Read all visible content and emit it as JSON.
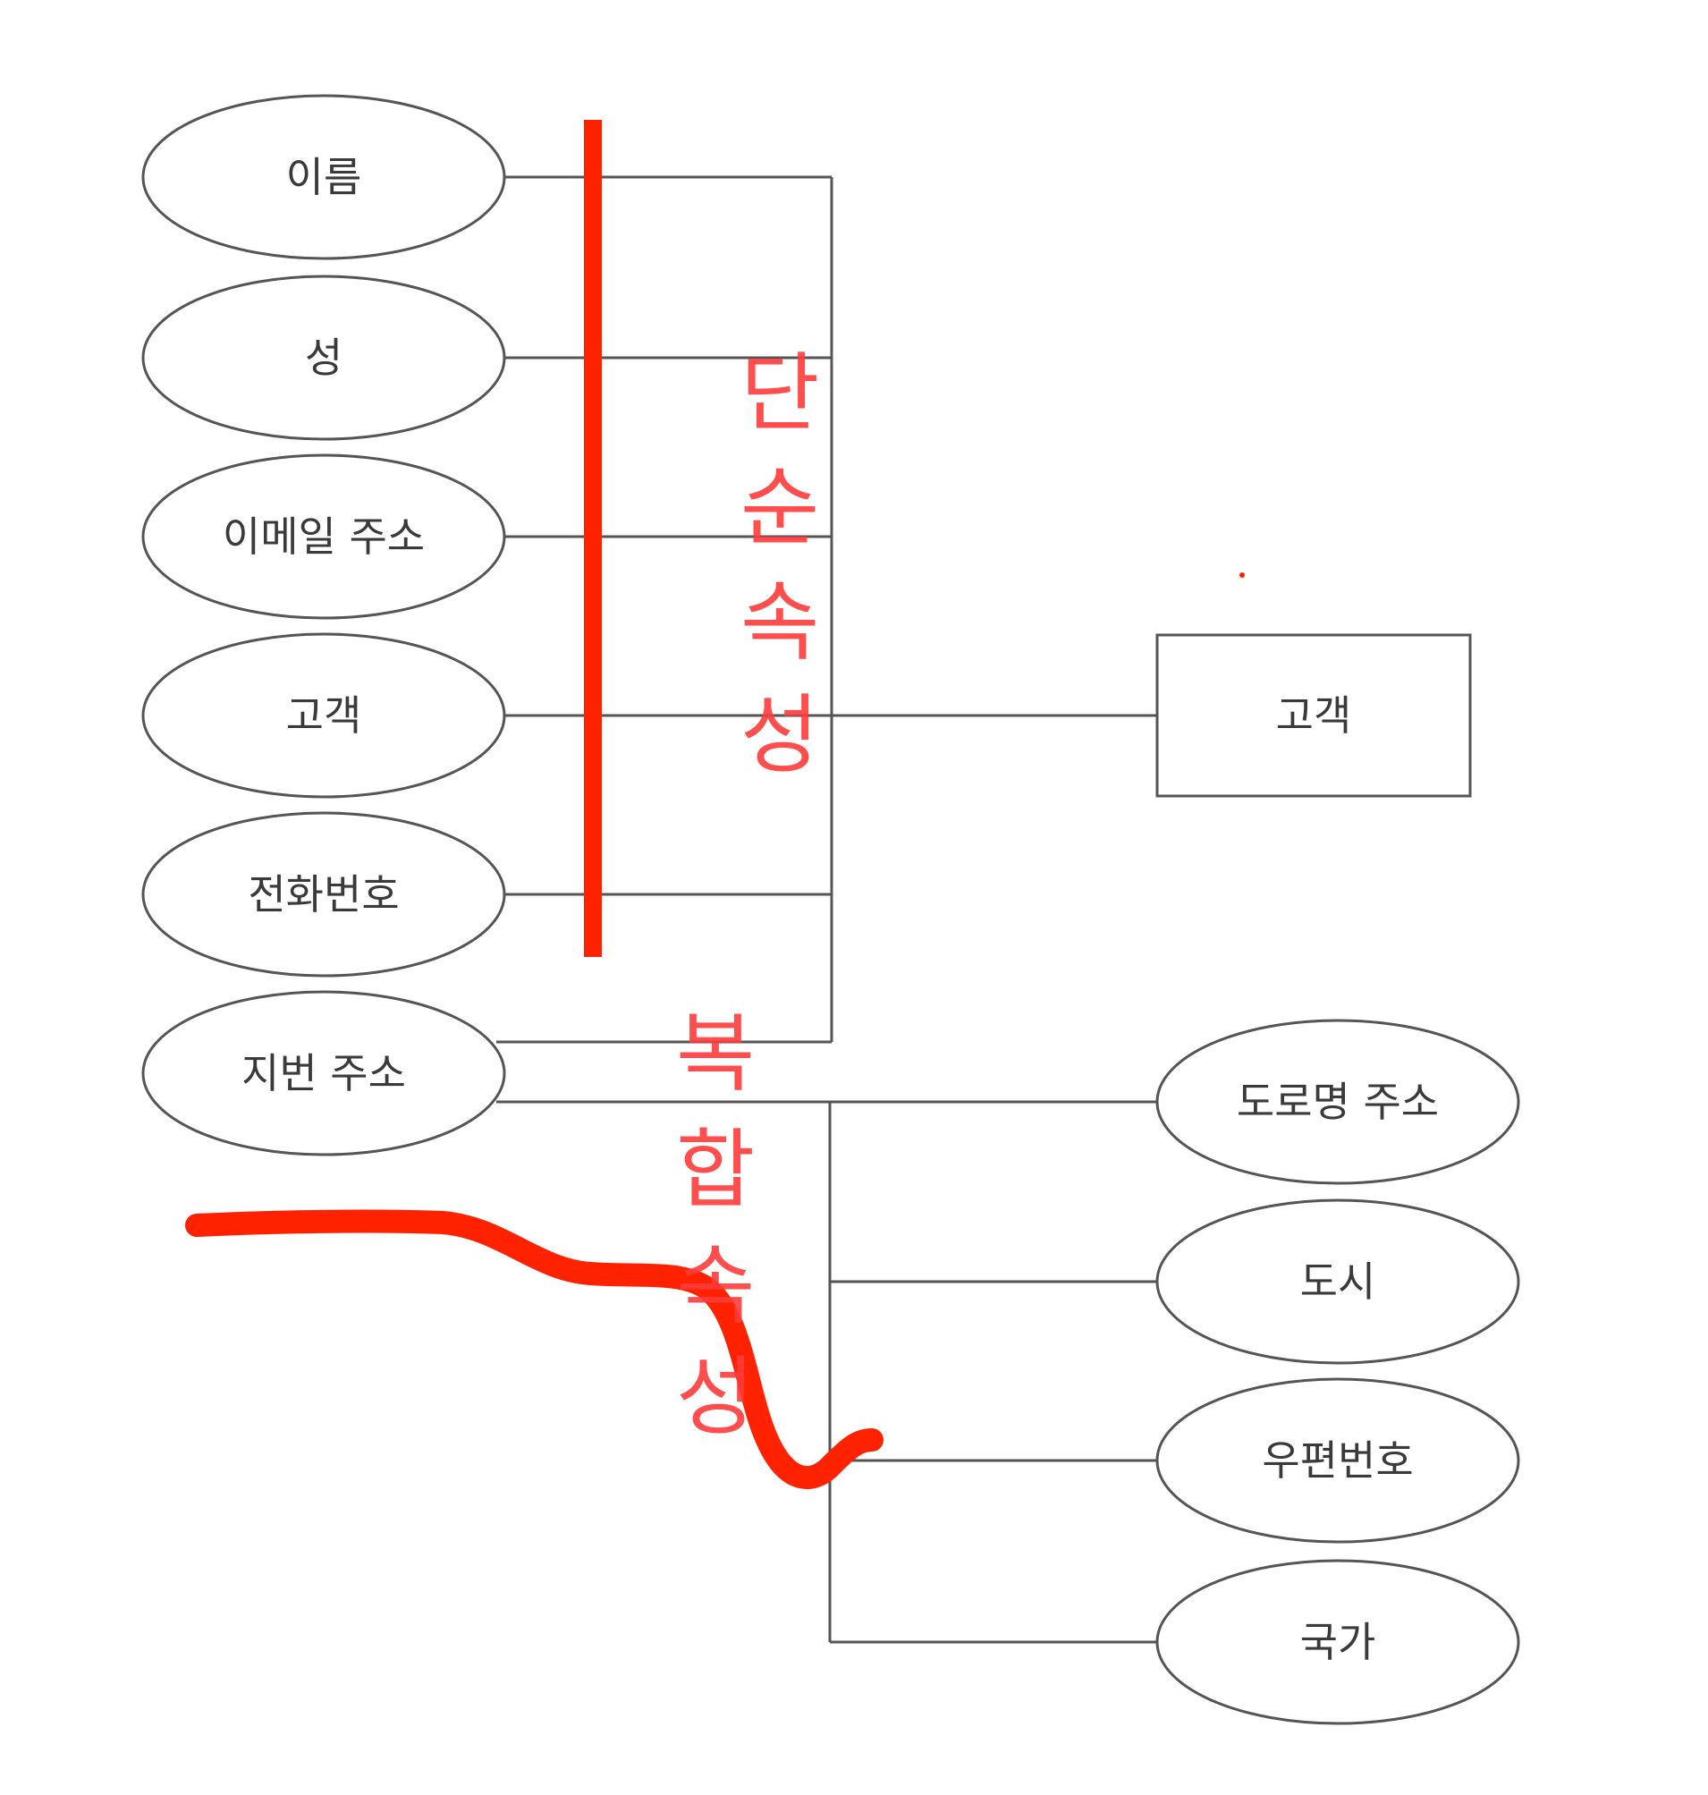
{
  "entity": {
    "label": "고객"
  },
  "simple_attributes": [
    {
      "label": "이름"
    },
    {
      "label": "성"
    },
    {
      "label": "이메일 주소"
    },
    {
      "label": "고객"
    },
    {
      "label": "전화번호"
    },
    {
      "label": "지번 주소"
    }
  ],
  "composite_attributes": [
    {
      "label": "도로명 주소"
    },
    {
      "label": "도시"
    },
    {
      "label": "우편번호"
    },
    {
      "label": "국가"
    }
  ],
  "annotations": {
    "simple": {
      "chars": [
        "단",
        "순",
        "속",
        "성"
      ]
    },
    "composite": {
      "chars": [
        "복",
        "합",
        "속",
        "성"
      ]
    }
  },
  "colors": {
    "line": "#555555",
    "marker": "#ff2200",
    "annotation_text": "#ff3b3b",
    "label_text": "#3a3a3a"
  }
}
